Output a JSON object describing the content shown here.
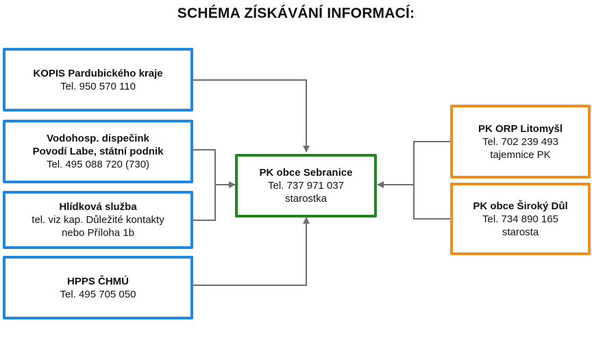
{
  "title": "SCHÉMA ZÍSKÁVÁNÍ INFORMACÍ:",
  "colors": {
    "left_boxes": "#1e88e5",
    "center_box": "#1e8a1e",
    "right_boxes": "#f28c1c",
    "connector": "#6e6e6e"
  },
  "nodes": {
    "kopis": {
      "name": "KOPIS Pardubického kraje",
      "lines": [
        "Tel. 950 570 110"
      ]
    },
    "vodohosp": {
      "name": [
        "Vodohosp. dispečink",
        "Povodí Labe, státní podnik"
      ],
      "lines": [
        "Tel. 495 088 720 (730)"
      ]
    },
    "hlidkova": {
      "name": "Hlídková služba",
      "lines": [
        "tel. viz kap. Důležité kontakty",
        "nebo Příloha 1b"
      ]
    },
    "hpps": {
      "name": "HPPS ČHMÚ",
      "lines": [
        "Tel. 495 705 050"
      ]
    },
    "center": {
      "name": "PK obce Sebranice",
      "lines": [
        "Tel. 737 971 037",
        "starostka"
      ]
    },
    "orp": {
      "name": "PK ORP Litomyšl",
      "lines": [
        "Tel.  702 239 493",
        "tajemnice PK"
      ]
    },
    "siroky": {
      "name": "PK obce Široký Důl",
      "lines": [
        "Tel. 734 890 165",
        "starosta"
      ]
    }
  }
}
